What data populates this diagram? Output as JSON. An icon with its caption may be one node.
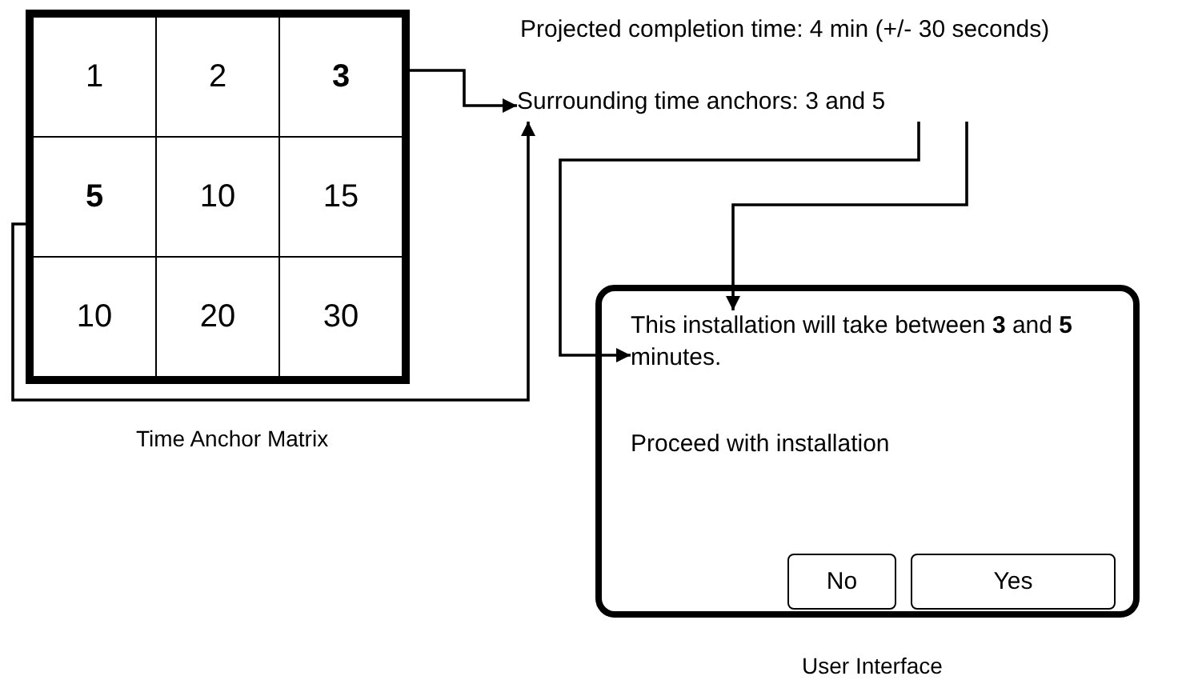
{
  "diagram": {
    "nodes": [
      {
        "text": [
          "Time Anchor Matrix"
        ]
      },
      {
        "text": [
          "1"
        ],
        "in": 0
      },
      {
        "text": [
          "2"
        ],
        "in": 0
      },
      {
        "text": [
          "3"
        ],
        "in": 0
      },
      {
        "text": [
          "5"
        ],
        "in": 0
      },
      {
        "text": [
          "10"
        ],
        "in": 0
      },
      {
        "text": [
          "15"
        ],
        "in": 0
      },
      {
        "text": [
          "10"
        ],
        "in": 0
      },
      {
        "text": [
          "20"
        ],
        "in": 0
      },
      {
        "text": [
          "30"
        ],
        "in": 0
      },
      {
        "text": [
          "Surrounding time anchors: 3 and 5"
        ]
      },
      {
        "text": [
          "User Interface"
        ]
      },
      {
        "text": [
          "This installation will take between **3** and **5** minutes."
        ],
        "in": 11
      },
      {
        "text": [
          "Proceed with installation"
        ],
        "in": 11
      },
      {
        "text": [
          "No"
        ],
        "in": 11
      },
      {
        "text": [
          "Yes"
        ],
        "in": 11
      }
    ],
    "edges": [
      {
        "from": 3,
        "to": 10,
        "arrow": "to"
      },
      {
        "from": 4,
        "to": 10,
        "arrow": "to"
      },
      {
        "from": 10,
        "to": 12,
        "arrow": "to"
      },
      {
        "from": 10,
        "to": 12,
        "arrow": "to"
      }
    ],
    "labels": [
      "Projected completion time: 4 min (+/- 30 seconds)"
    ]
  }
}
